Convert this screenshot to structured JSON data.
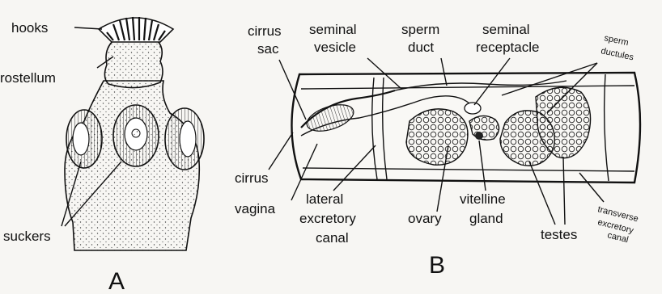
{
  "figure_a": {
    "panel_label": "A",
    "labels": {
      "hooks": "hooks",
      "rostellum": "rostellum",
      "suckers": "suckers"
    }
  },
  "figure_b": {
    "panel_label": "B",
    "labels": {
      "cirrus_sac_1": "cirrus",
      "cirrus_sac_2": "sac",
      "seminal_vesicle_1": "seminal",
      "seminal_vesicle_2": "vesicle",
      "sperm_duct_1": "sperm",
      "sperm_duct_2": "duct",
      "seminal_receptacle_1": "seminal",
      "seminal_receptacle_2": "receptacle",
      "sperm_ductules_1": "sperm",
      "sperm_ductules_2": "ductules",
      "cirrus": "cirrus",
      "vagina": "vagina",
      "lateral_excretory_1": "lateral",
      "lateral_excretory_2": "excretory",
      "lateral_excretory_3": "canal",
      "ovary": "ovary",
      "vitelline_1": "vitelline",
      "vitelline_2": "gland",
      "testes": "testes",
      "transverse_1": "transverse",
      "transverse_2": "excretory",
      "transverse_3": "canal"
    }
  }
}
